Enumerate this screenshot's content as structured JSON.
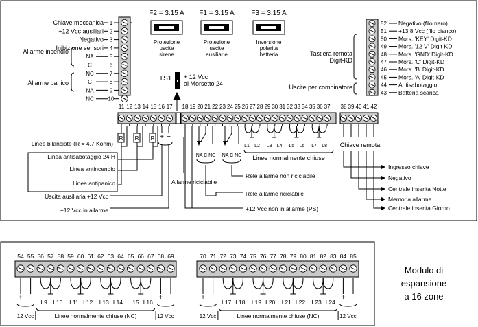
{
  "fuses": [
    {
      "title": "F2 = 3.15 A",
      "caption": [
        "Protezione",
        "uscite",
        "sirene"
      ]
    },
    {
      "title": "F1 = 3.15 A",
      "caption": [
        "Protezione",
        "uscite",
        "ausiliarie"
      ]
    },
    {
      "title": "F3 = 3.15 A",
      "caption": [
        "Inversione",
        "polarità",
        "batteria"
      ]
    }
  ],
  "left_block": {
    "numbers": [
      "1",
      "2",
      "3",
      "4",
      "5",
      "6",
      "7",
      "8",
      "9",
      "10"
    ],
    "labels": [
      "Chiave meccanica",
      "+12 Vcc ausiliari",
      "Negativo",
      "Inibizione sensori"
    ],
    "pin_letters": [
      "NA",
      "C",
      "NC",
      "C",
      "NA",
      "NC"
    ],
    "group_labels": [
      "Allarme incendio",
      "Allarme panico"
    ]
  },
  "right_block": {
    "numbers": [
      "52",
      "51",
      "50",
      "49",
      "48",
      "47",
      "46",
      "45",
      "44",
      "43"
    ],
    "labels": [
      "Negativo (filo nero)",
      "+13,8 Vcc (filo bianco)",
      "Mors. 'KEY' Digit-KD",
      "Mors. '12 V' Digit-KD",
      "Mors. 'GND' Digit-KD",
      "Mors. 'C' Digit-KD",
      "Mors. 'B' Digit-KD",
      "Mors. 'A' Digit-KD",
      "Antisabotaggio",
      "Batteria scarica"
    ],
    "group_labels": [
      "Tastiera remota",
      "Digit-KD",
      "Uscite per combinatore"
    ]
  },
  "ts1": {
    "name": "TS1",
    "note": [
      "+ 12 Vcc",
      "al Morsetto 24"
    ]
  },
  "main_terminals": {
    "left_numbers": [
      "11",
      "12",
      "13",
      "14",
      "15",
      "16",
      "17"
    ],
    "mid_numbers": [
      "18",
      "19",
      "20",
      "21",
      "22",
      "23",
      "24",
      "25",
      "26",
      "27",
      "28",
      "29",
      "30",
      "31",
      "32",
      "33",
      "34",
      "35",
      "36",
      "37"
    ],
    "right_numbers": [
      "38",
      "39",
      "40",
      "41",
      "42"
    ],
    "resistor": "R",
    "relay_labels": [
      "NA C NC",
      "NA C NC"
    ],
    "zone_labels": [
      "L1",
      "L2",
      "L3",
      "L4",
      "L5",
      "L6",
      "L7",
      "L8"
    ],
    "zone_caption": "Linee normalmente chiuse",
    "key_caption": "Chiave remota",
    "plus": "+",
    "minus": "−"
  },
  "annotations": {
    "left": [
      "Linee bilanciate (R = 4.7 Kohm)",
      "Linea antisabotaggio 24 H",
      "Linea antincendio",
      "Linea antipanico",
      "Uscita ausiliaria +12 Vcc",
      "+12 Vcc in allarme"
    ],
    "middle": [
      "Relè allarme non riciclabile",
      "Allarme riciclabile",
      "Relè allarme riciclabile",
      "+12 Vcc non in allarme (PS)"
    ],
    "right": [
      "Ingresso chiave",
      "Negativo",
      "Centrale inserita Notte",
      "Memoria allarme",
      "Centrale inserita Giorno"
    ]
  },
  "expansion": {
    "numbers_a": [
      "54",
      "55",
      "56",
      "57",
      "58",
      "59",
      "60",
      "61",
      "62",
      "63",
      "64",
      "65",
      "66",
      "67",
      "68",
      "69"
    ],
    "numbers_b": [
      "70",
      "71",
      "72",
      "73",
      "74",
      "75",
      "76",
      "77",
      "78",
      "79",
      "80",
      "81",
      "82",
      "83",
      "84",
      "85"
    ],
    "zones_a": [
      "L9",
      "L10",
      "L11",
      "L12",
      "L13",
      "L14",
      "L15",
      "L16"
    ],
    "zones_b": [
      "L17",
      "L18",
      "L19",
      "L20",
      "L21",
      "L22",
      "L23",
      "L24"
    ],
    "supply_label": "12 Vcc",
    "zone_caption": "Linee normalmente chiuse (NC)",
    "module_title": [
      "Modulo di",
      "espansione",
      "a 16 zone"
    ]
  }
}
